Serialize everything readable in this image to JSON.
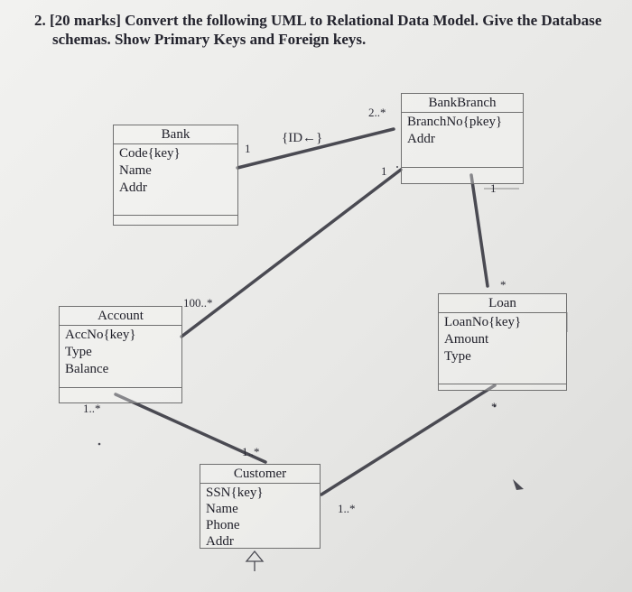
{
  "question": {
    "line1": "2. [20 marks] Convert the following UML to Relational Data Model. Give the Database",
    "line2": "schemas. Show Primary Keys and Foreign keys."
  },
  "classes": {
    "bank": {
      "name": "Bank",
      "attributes": [
        "Code{key}",
        "Name",
        "Addr"
      ]
    },
    "bankbranch": {
      "name": "BankBranch",
      "attributes": [
        "BranchNo{pkey}",
        "Addr"
      ]
    },
    "account": {
      "name": "Account",
      "attributes": [
        "AccNo{key}",
        "Type",
        "Balance"
      ]
    },
    "loan": {
      "name": "Loan",
      "attributes": [
        "LoanNo{key}",
        "Amount",
        "Type"
      ]
    },
    "customer": {
      "name": "Customer",
      "attributes": [
        "SSN{key}",
        "Name",
        "Phone",
        "Addr"
      ]
    }
  },
  "multiplicities": {
    "bank_branch_bank": "1",
    "bank_branch_role": "{ID←}",
    "bank_branch_branch": "2..*",
    "branch_account_branch": "1",
    "branch_account_account": "100..*",
    "branch_loan_branch": "1",
    "branch_loan_loan": "*",
    "account_customer_account": "1..*",
    "account_customer_customer": "1..*",
    "loan_customer_loan": "*",
    "loan_customer_customer": "1..*"
  }
}
